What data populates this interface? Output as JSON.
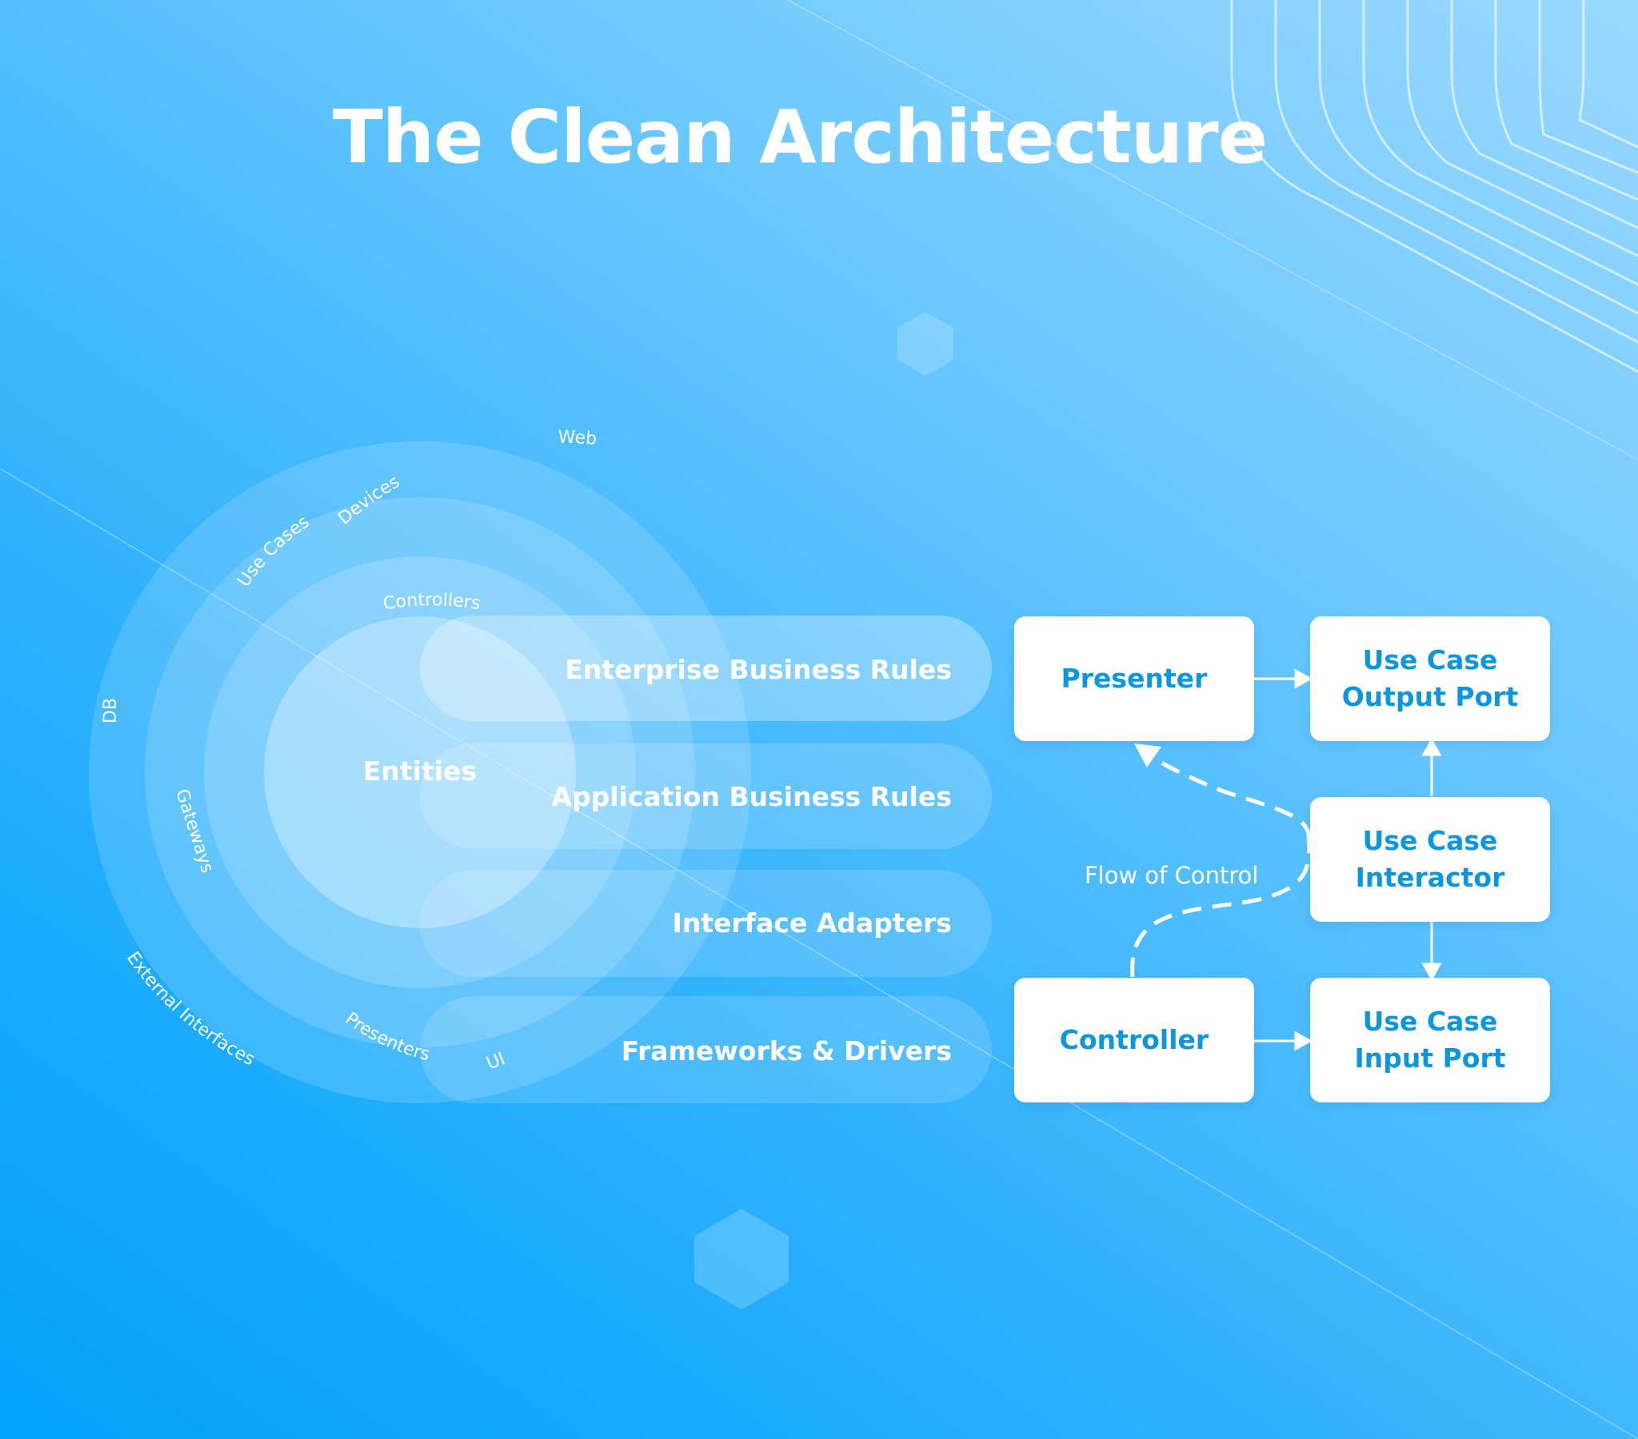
{
  "title": "The Clean Architecture",
  "layers": {
    "enterprise": "Enterprise Business Rules",
    "application": "Application Business Rules",
    "adapters": "Interface Adapters",
    "frameworks": "Frameworks & Drivers"
  },
  "rings": {
    "entities": "Entities",
    "use_cases": "Use Cases",
    "controllers": "Controllers",
    "gateways": "Gateways",
    "presenters": "Presenters",
    "devices": "Devices",
    "web": "Web",
    "db": "DB",
    "external_interfaces": "External Interfaces",
    "ui": "UI"
  },
  "boxes": {
    "presenter": "Presenter",
    "output_port": "Use Case Output Port",
    "interactor": "Use Case Interactor",
    "controller": "Controller",
    "input_port": "Use Case Input Port"
  },
  "flow_label": "Flow of Control",
  "colors": {
    "background_start": "#00a2fb",
    "background_end": "#9ad8ff",
    "box_text": "#0b97dd",
    "box_fill": "#ffffff"
  }
}
